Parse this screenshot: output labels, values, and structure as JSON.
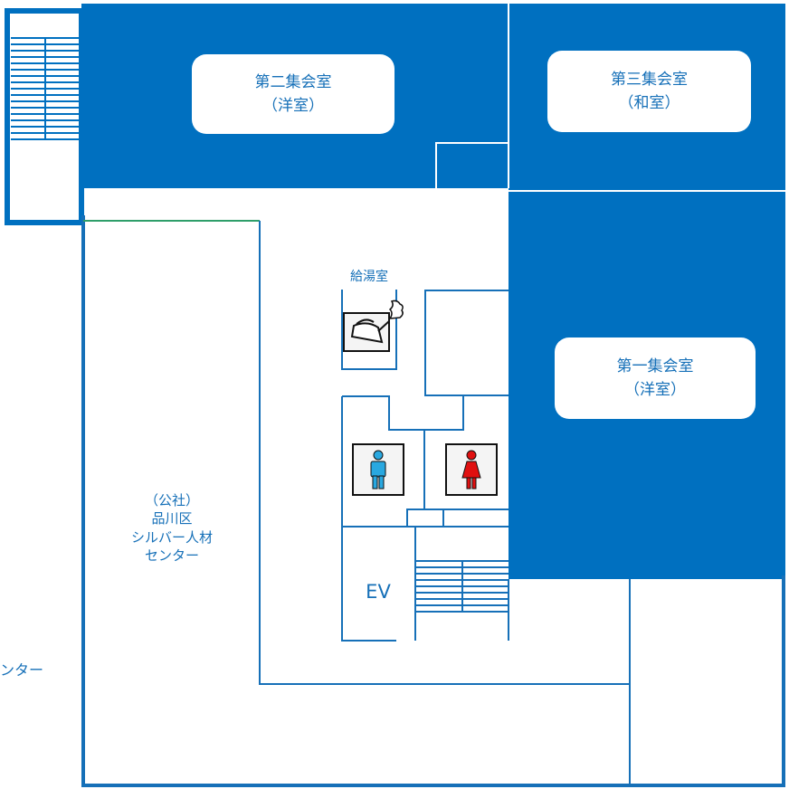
{
  "rooms": {
    "room2": {
      "name": "第二集会室",
      "sub": "（洋室）"
    },
    "room3": {
      "name": "第三集会室",
      "sub": "（和室）"
    },
    "room1": {
      "name": "第一集会室",
      "sub": "（洋室）"
    }
  },
  "kitchen": {
    "label": "給湯室",
    "icon": "kettle-icon"
  },
  "restrooms": {
    "men_icon": "male-restroom-icon",
    "women_icon": "female-restroom-icon"
  },
  "elevator": {
    "label": "EV"
  },
  "silver_center": {
    "line1": "（公社）",
    "line2": "品川区",
    "line3": "シルバー人材",
    "line4": "センター"
  },
  "cutoff_label": "ンター",
  "colors": {
    "room_fill": "#0070c0",
    "wall": "#1670b8",
    "accent_line": "#2e9e6a",
    "men": "#29a8e0",
    "women": "#e01010"
  }
}
